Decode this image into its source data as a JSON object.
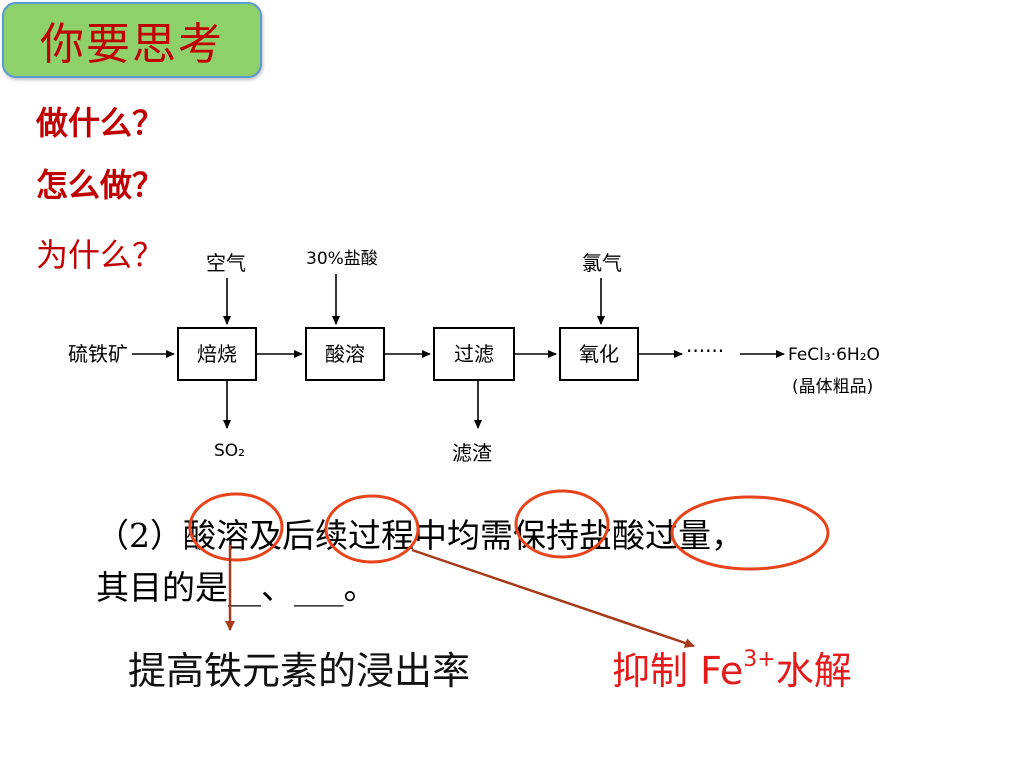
{
  "title": "你要思考",
  "questions": [
    "做什么？",
    "怎么做？",
    "为什么？"
  ],
  "flow": {
    "start": "硫铁矿",
    "steps": [
      "焙烧",
      "酸溶",
      "过滤",
      "氧化"
    ],
    "inputs": [
      "空气",
      "30%盐酸",
      "氯气"
    ],
    "outputs": [
      "SO₂",
      "滤渣"
    ],
    "ellipsis": "······",
    "product": "FeCl₃·6H₂O",
    "product_note": "(晶体粗品)"
  },
  "problem": {
    "number": "（2）",
    "line1": "酸溶及后续过程中均需保持盐酸过量，",
    "line2": "其目的是__、___。"
  },
  "answers": {
    "first": "提高铁元素的浸出率",
    "second_prefix": "抑制 Fe",
    "second_sup": "3+",
    "second_suffix": "水解"
  },
  "colors": {
    "accent_red": "#c00000",
    "answer_red": "#e31b1b",
    "badge_green": "#8ed16a",
    "circle_orange": "#e8441c",
    "arrow_brown": "#a63a1a"
  }
}
